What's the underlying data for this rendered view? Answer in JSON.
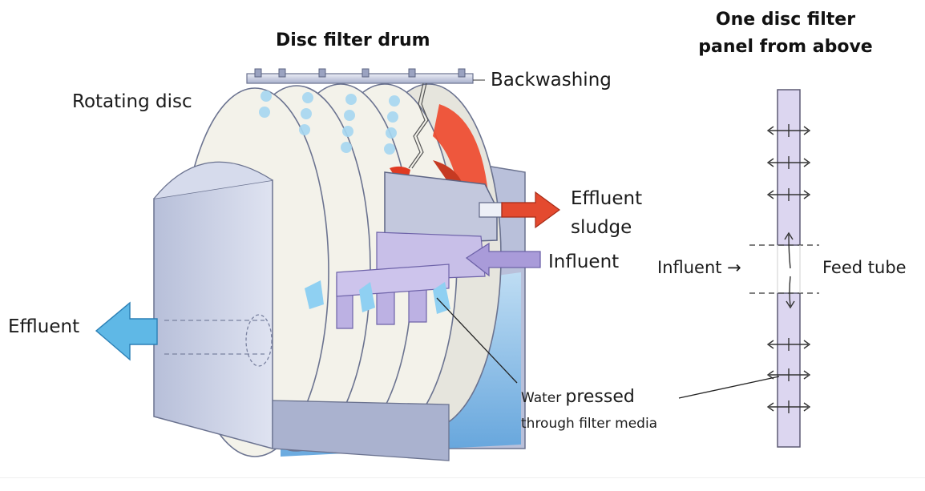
{
  "titles": {
    "drum": "Disc filter drum",
    "panel_line1": "One disc filter",
    "panel_line2": "panel from above"
  },
  "labels": {
    "rotating_disc": "Rotating disc",
    "backwashing": "Backwashing",
    "effluent_sludge_line1": "Effluent",
    "effluent_sludge_line2": "sludge",
    "influent_drum": "Influent",
    "effluent_out": "Effluent",
    "water_pressed_line1_a": "Water",
    "water_pressed_line1_b": "pressed",
    "water_pressed_line2": "through filter media",
    "influent_panel": "Influent →",
    "feed_tube": "Feed tube"
  },
  "colors": {
    "drum_housing": "#c9cfe4",
    "disc_face": "#f3f2ea",
    "media_spots": "#a6d7f1",
    "water": "#7fb4e3",
    "influent_arrow": "#a99bd9",
    "effluent_arrow": "#5fb8e6",
    "sludge_arrow": "#e44a2f",
    "backwash": "#ef4b2f",
    "panel_fill": "#dcd6f0"
  },
  "icons": {
    "panel_arrows": "double-headed-arrow-icon",
    "effluent_arrow": "arrow-left-icon",
    "sludge_arrow": "arrow-right-icon",
    "influent_arrow": "arrow-left-icon"
  }
}
